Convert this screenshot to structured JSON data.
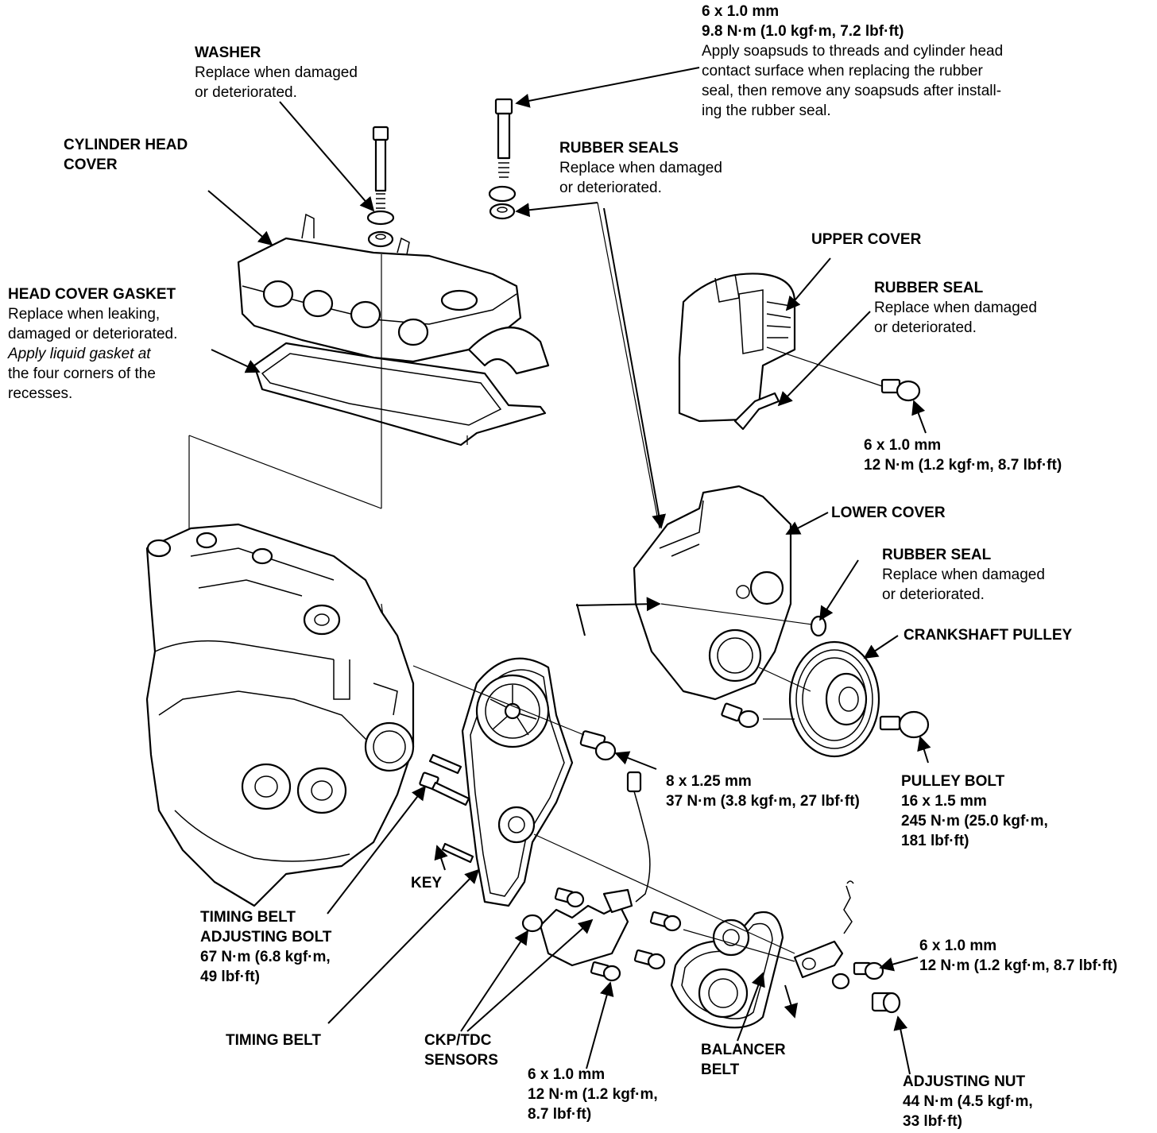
{
  "labels": {
    "head_bolt": {
      "title": "6 x 1.0 mm",
      "lines": [
        "9.8 N·m (1.0 kgf·m, 7.2 lbf·ft)",
        "Apply soapsuds to threads and cylinder head",
        "contact surface when replacing the rubber",
        "seal, then remove any soapsuds after install-",
        "ing the rubber seal."
      ]
    },
    "washer": {
      "title": "WASHER",
      "lines": [
        "Replace when damaged",
        "or deteriorated."
      ]
    },
    "cylinder_head_cover": {
      "lines": [
        "CYLINDER HEAD",
        "COVER"
      ]
    },
    "rubber_seals": {
      "title": "RUBBER SEALS",
      "lines": [
        "Replace when damaged",
        "or deteriorated."
      ]
    },
    "upper_cover": {
      "title": "UPPER COVER"
    },
    "rubber_seal_upper": {
      "title": "RUBBER SEAL",
      "lines": [
        "Replace when damaged",
        "or deteriorated."
      ]
    },
    "head_cover_gasket": {
      "title": "HEAD COVER GASKET",
      "lines": [
        "Replace when leaking,",
        "damaged or deteriorated."
      ],
      "italic_lines": [
        "Apply liquid gasket at"
      ],
      "tail_lines": [
        "the four corners of the",
        "recesses."
      ]
    },
    "upper_cover_bolt": {
      "title": "6 x 1.0 mm",
      "subtitle": "12 N·m (1.2 kgf·m, 8.7 lbf·ft)"
    },
    "lower_cover": {
      "title": "LOWER COVER"
    },
    "rubber_seal_lower": {
      "title": "RUBBER SEAL",
      "lines": [
        "Replace when damaged",
        "or deteriorated."
      ]
    },
    "crankshaft_pulley": {
      "title": "CRANKSHAFT PULLEY"
    },
    "pulley_bolt": {
      "lines": [
        "PULLEY BOLT",
        "16 x 1.5 mm",
        "245 N·m (25.0 kgf·m,",
        "181 lbf·ft)"
      ]
    },
    "camshaft_bolt": {
      "lines": [
        "8 x 1.25 mm",
        "37 N·m (3.8 kgf·m, 27 lbf·ft)"
      ]
    },
    "key": {
      "title": "KEY"
    },
    "timing_belt_adjusting_bolt": {
      "lines": [
        "TIMING BELT",
        "ADJUSTING BOLT",
        "67 N·m (6.8 kgf·m,",
        "49 lbf·ft)"
      ]
    },
    "timing_belt": {
      "title": "TIMING BELT"
    },
    "ckp_tdc_sensors": {
      "lines": [
        "CKP/TDC",
        "SENSORS"
      ]
    },
    "sensor_bolt": {
      "lines": [
        "6 x 1.0 mm",
        "12 N·m (1.2 kgf·m,",
        "8.7 lbf·ft)"
      ]
    },
    "balancer_belt": {
      "lines": [
        "BALANCER",
        "BELT"
      ]
    },
    "balancer_bolt": {
      "lines": [
        "6 x 1.0 mm",
        "12 N·m (1.2 kgf·m, 8.7 lbf·ft)"
      ]
    },
    "adjusting_nut": {
      "lines": [
        "ADJUSTING NUT",
        "44 N·m (4.5 kgf·m,",
        "33 lbf·ft)"
      ]
    }
  }
}
